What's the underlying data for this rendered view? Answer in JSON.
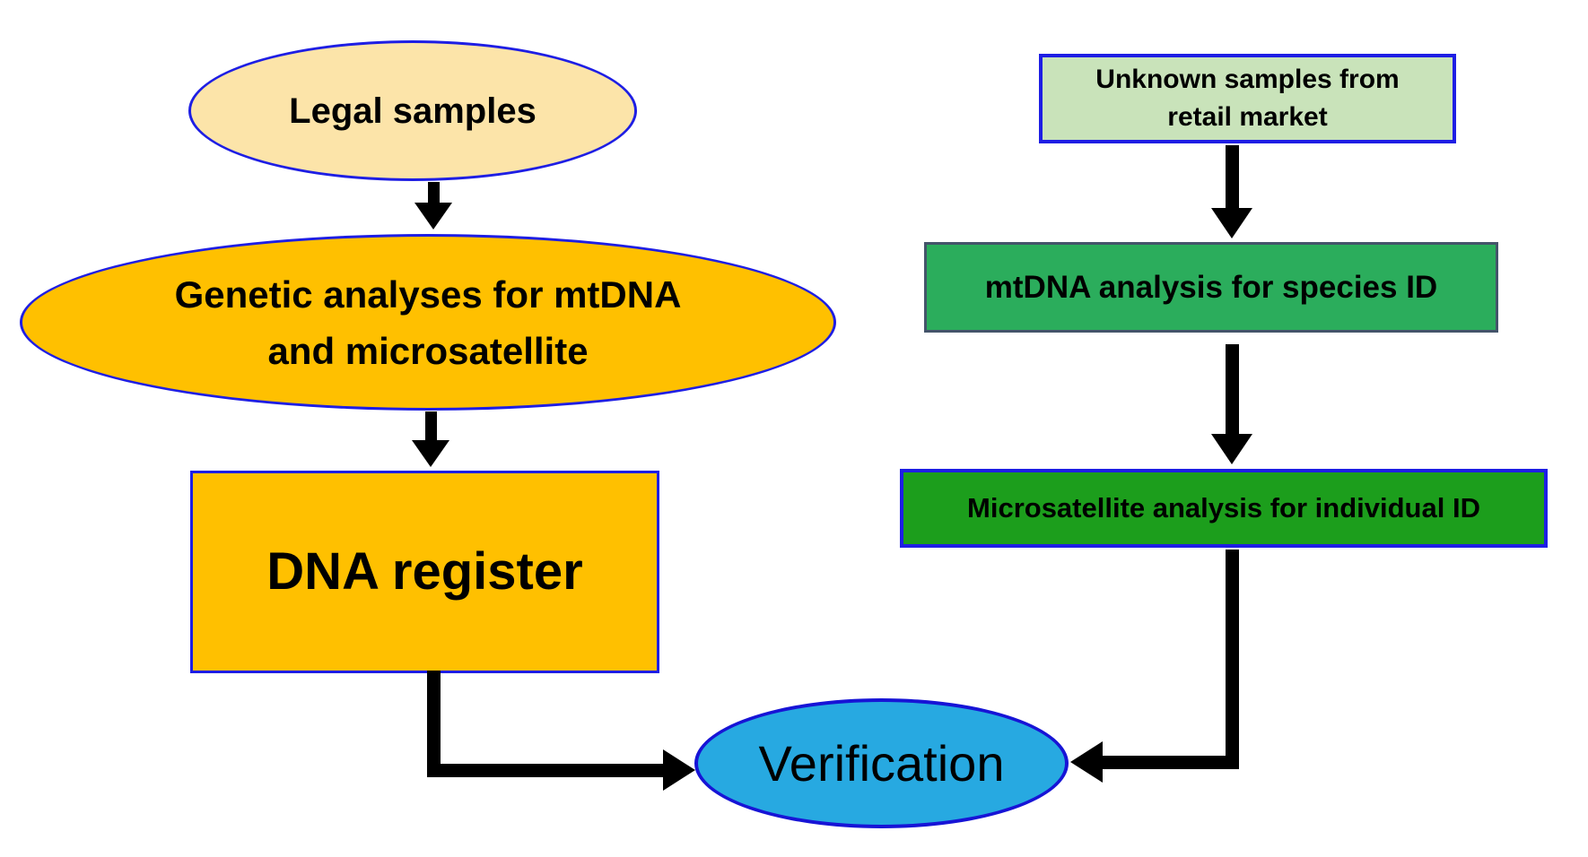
{
  "background": "#FFFFFF",
  "arrow_color": "#000000",
  "nodes": {
    "legal_samples": {
      "label": "Legal samples",
      "shape": "ellipse",
      "fill": "#FCE4A9",
      "border": "#1E1EE4"
    },
    "genetic_analyses": {
      "label": "Genetic analyses for mtDNA and microsatellite",
      "shape": "ellipse",
      "fill": "#FFC000",
      "border": "#1E1EE4"
    },
    "dna_register": {
      "label": "DNA register",
      "shape": "rectangle",
      "fill": "#FFC000",
      "border": "#1E1EE4"
    },
    "unknown_samples": {
      "label": "Unknown samples from retail market",
      "shape": "rectangle",
      "fill": "#C9E3BA",
      "border": "#1E1EE4"
    },
    "mtdna_analysis": {
      "label": "mtDNA analysis for species ID",
      "shape": "rectangle",
      "fill": "#2BAD5C",
      "border": "#44546A"
    },
    "microsatellite_analysis": {
      "label": "Microsatellite analysis for individual ID",
      "shape": "rectangle",
      "fill": "#1C9E1C",
      "border": "#1E1EE4"
    },
    "verification": {
      "label": "Verification",
      "shape": "ellipse",
      "fill": "#27A9E1",
      "border": "#1714D6"
    }
  },
  "connections": [
    {
      "from": "legal_samples",
      "to": "genetic_analyses"
    },
    {
      "from": "genetic_analyses",
      "to": "dna_register"
    },
    {
      "from": "dna_register",
      "to": "verification"
    },
    {
      "from": "unknown_samples",
      "to": "mtdna_analysis"
    },
    {
      "from": "mtdna_analysis",
      "to": "microsatellite_analysis"
    },
    {
      "from": "microsatellite_analysis",
      "to": "verification"
    }
  ]
}
